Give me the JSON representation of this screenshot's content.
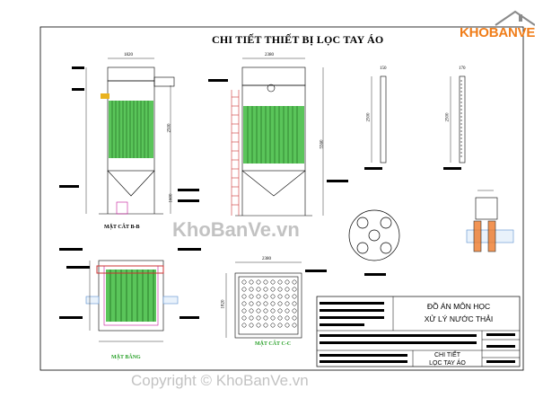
{
  "sheet_title": "CHI TIẾT THIẾT BỊ LỌC TAY ÁO",
  "logo": {
    "text": "KHOBANVE",
    "color": "#f07d19"
  },
  "views": {
    "section_bb": "MẶT CẮT B-B",
    "section_cc": "MẶT CẮT C-C",
    "plan": "MẶT BẰNG"
  },
  "title_block": {
    "project_line1": "ĐỒ ÁN MÔN HỌC",
    "project_line2": "XỬ LÝ NƯỚC THẢI",
    "drawing_line1": "CHI TIẾT",
    "drawing_line2": "LỌC TAY ÁO"
  },
  "dimensions": {
    "top_width_left": "1820",
    "top_width_mid": "2380",
    "side_height": "2500",
    "total_height": "5560",
    "hopper_height": "1600",
    "small_w1": "150",
    "small_w2": "170",
    "bag_len1": "2500",
    "bag_len2": "2500",
    "plan_w": "2380",
    "plan_h": "1820"
  },
  "watermarks": {
    "center": "KhoBanVe.vn",
    "bottom": "Copyright © KhoBanVe.vn"
  },
  "colors": {
    "bags": "#3dbb3d",
    "ladder": "#cc3333",
    "pipe": "#e9b21f",
    "pipe_orange": "#ef7a2a",
    "magenta": "#c4149a"
  }
}
